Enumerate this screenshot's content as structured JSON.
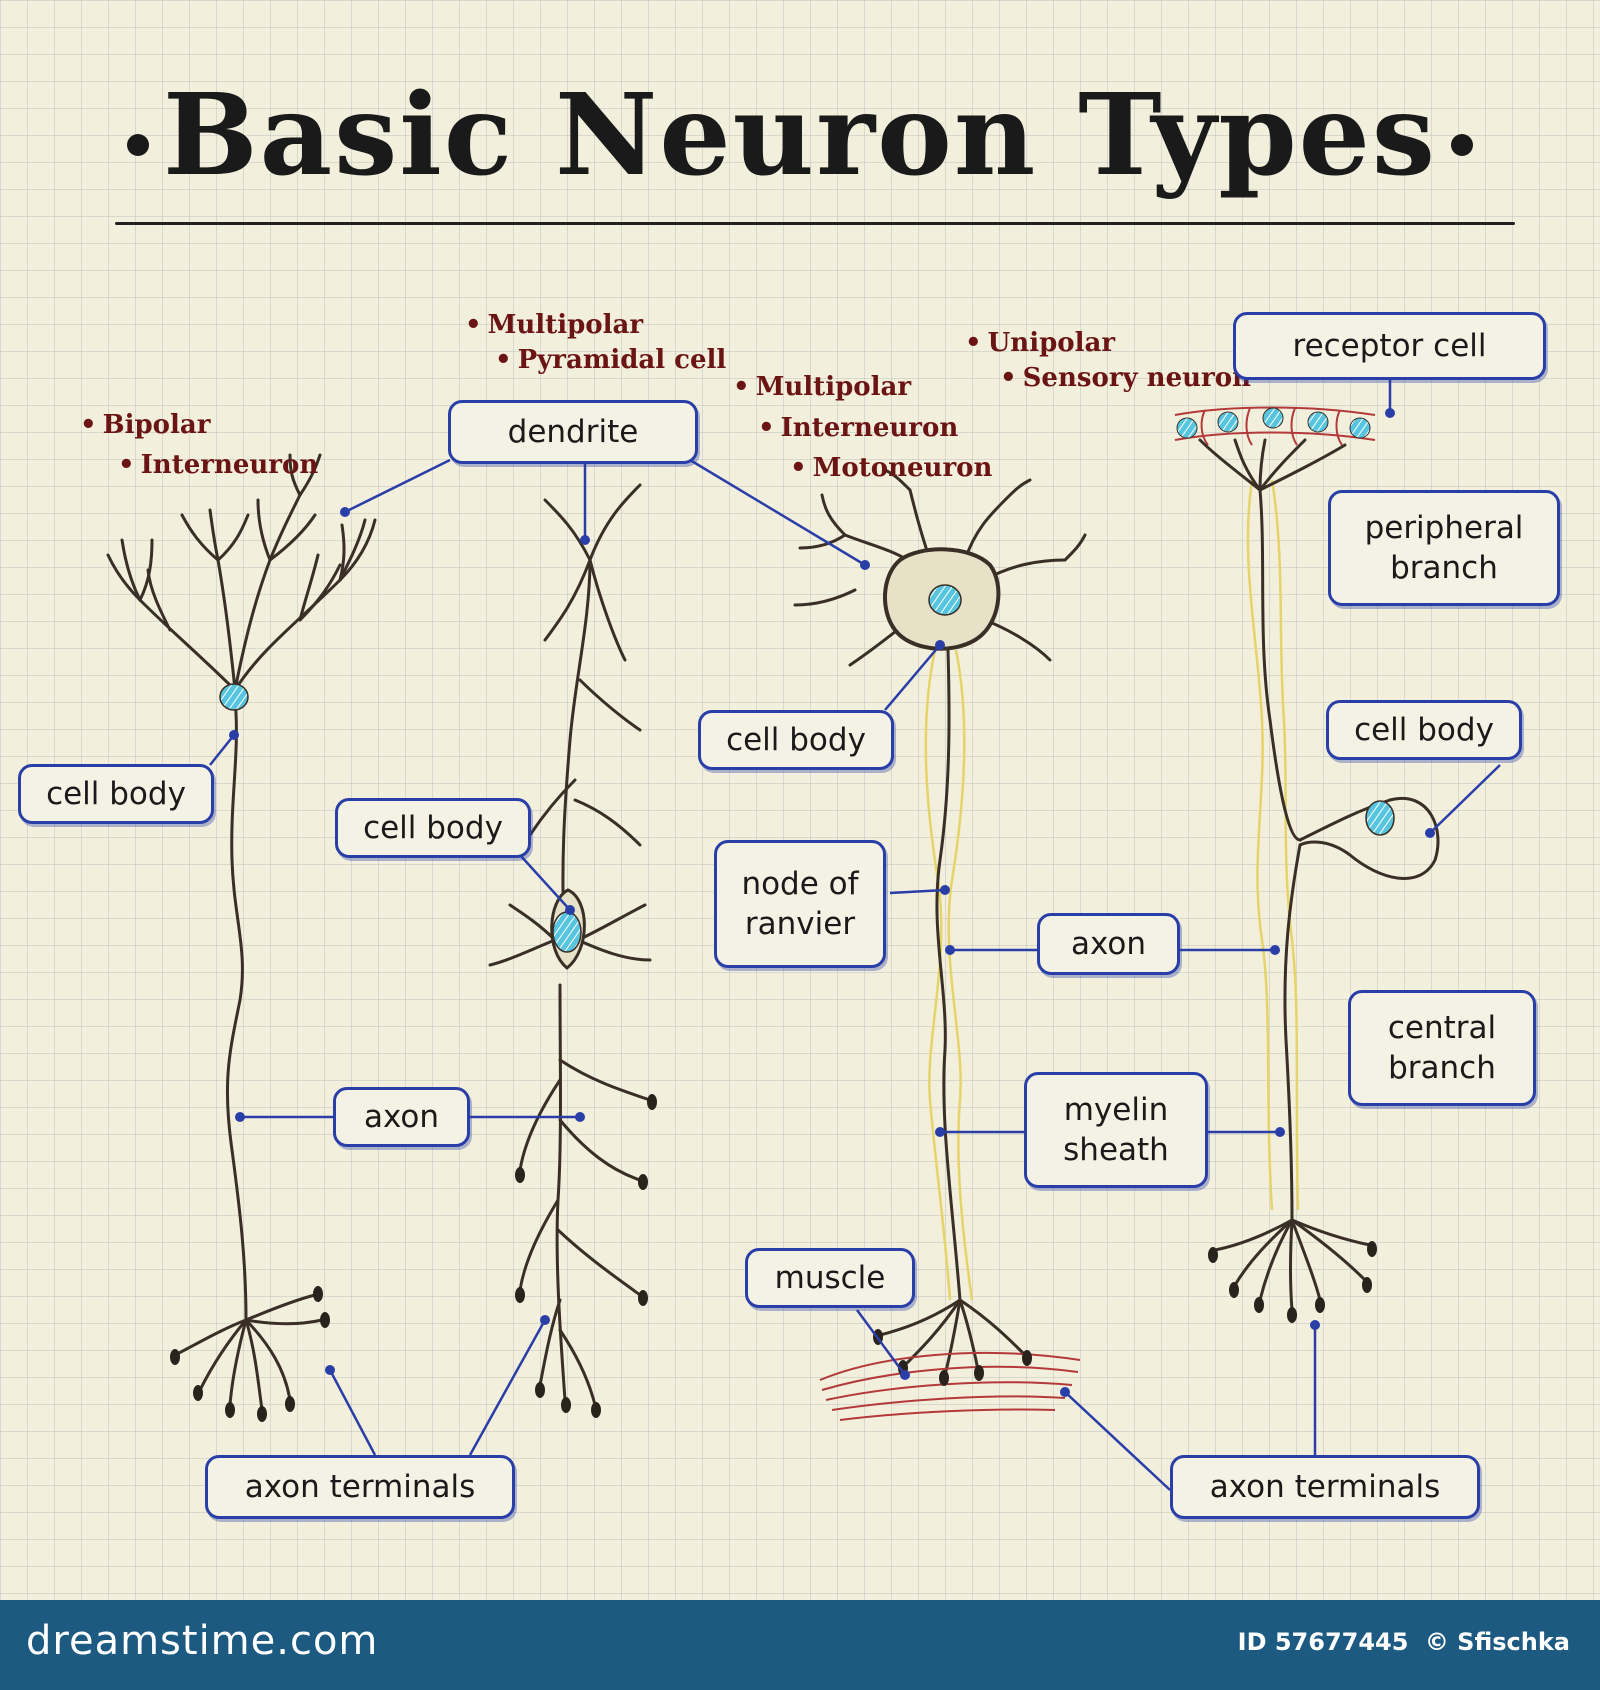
{
  "title": "Basic Neuron Types",
  "neurons": [
    {
      "tags": [
        "Bipolar",
        "Interneuron"
      ]
    },
    {
      "tags": [
        "Multipolar",
        "Pyramidal cell"
      ]
    },
    {
      "tags": [
        "Multipolar",
        "Interneuron",
        "Motoneuron"
      ]
    },
    {
      "tags": [
        "Unipolar",
        "Sensory neuron"
      ]
    }
  ],
  "labels": {
    "dendrite": "dendrite",
    "cell_body": "cell  body",
    "axon": "axon",
    "axon_terminals": "axon  terminals",
    "node_of_ranvier": [
      "node  of",
      "ranvier"
    ],
    "myelin_sheath": [
      "myelin",
      "sheath"
    ],
    "muscle": "muscle",
    "receptor_cell": "receptor  cell",
    "peripheral_branch": [
      "peripheral",
      "branch"
    ],
    "central_branch": [
      "central",
      "branch"
    ]
  },
  "colors": {
    "neuron": "#3a2f26",
    "nucleus": "#57c5df",
    "label_border": "#2a3ea8",
    "tag_text": "#6b1414",
    "myelin": "#e6d46a",
    "muscle": "#b43a3a"
  },
  "footer": {
    "logo": "dreamstime.com",
    "id_label": "ID 57677445",
    "author": "© Sfischka"
  }
}
